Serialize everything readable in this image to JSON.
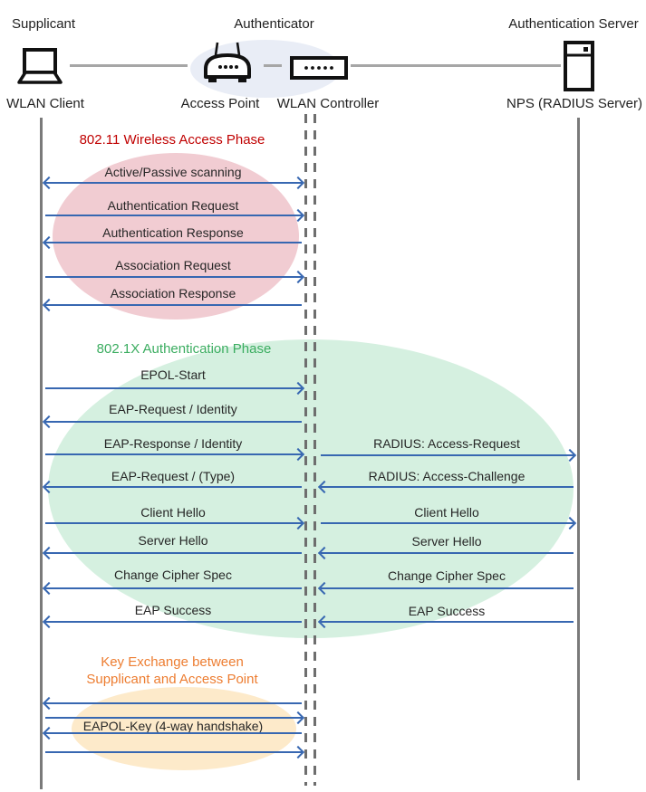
{
  "header": {
    "supplicant": {
      "role": "Supplicant",
      "device": "WLAN Client",
      "icon": "laptop-icon"
    },
    "authenticator": {
      "role": "Authenticator",
      "device_ap": "Access Point",
      "device_controller": "WLAN Controller",
      "icon_ap": "access-point-icon",
      "icon_controller": "wlan-controller-icon"
    },
    "auth_server": {
      "role": "Authentication Server",
      "device": "NPS (RADIUS Server)",
      "icon": "server-icon"
    }
  },
  "phases": {
    "wireless_access": {
      "title": "802.11 Wireless Access Phase"
    },
    "dot1x": {
      "title": "802.1X Authentication Phase"
    },
    "key_exchange": {
      "line1": "Key Exchange between",
      "line2": "Supplicant and Access Point"
    }
  },
  "messages": {
    "left": [
      {
        "label": "Active/Passive scanning",
        "direction": "both"
      },
      {
        "label": "Authentication Request",
        "direction": "right"
      },
      {
        "label": "Authentication Response",
        "direction": "left"
      },
      {
        "label": "Association Request",
        "direction": "right"
      },
      {
        "label": "Association Response",
        "direction": "left"
      },
      {
        "label": "EPOL-Start",
        "direction": "right"
      },
      {
        "label": "EAP-Request / Identity",
        "direction": "left"
      },
      {
        "label": "EAP-Response / Identity",
        "direction": "right"
      },
      {
        "label": "EAP-Request / (Type)",
        "direction": "left"
      },
      {
        "label": "Client Hello",
        "direction": "right"
      },
      {
        "label": "Server Hello",
        "direction": "left"
      },
      {
        "label": "Change Cipher Spec",
        "direction": "left"
      },
      {
        "label": "EAP Success",
        "direction": "left"
      },
      {
        "label": "EAPOL-Key (4-way handshake)",
        "direction": "both"
      }
    ],
    "right": [
      {
        "label": "RADIUS: Access-Request",
        "direction": "right"
      },
      {
        "label": "RADIUS: Access-Challenge",
        "direction": "left"
      },
      {
        "label": "Client Hello",
        "direction": "right"
      },
      {
        "label": "Server Hello",
        "direction": "left"
      },
      {
        "label": "Change Cipher Spec",
        "direction": "left"
      },
      {
        "label": "EAP Success",
        "direction": "left"
      }
    ]
  },
  "colors": {
    "arrow_blue": "#3767B1",
    "lifeline_gray": "#7a7a7a",
    "phase_red": "#C00000",
    "phase_green": "#3BAD60",
    "phase_orange": "#ED7D31",
    "ellipse_pink": "#F1CCD2",
    "ellipse_green": "#D5F0E0",
    "ellipse_orange": "#FDEACA",
    "ellipse_header_blue": "#E9EDF6",
    "label_text": "#262626"
  }
}
